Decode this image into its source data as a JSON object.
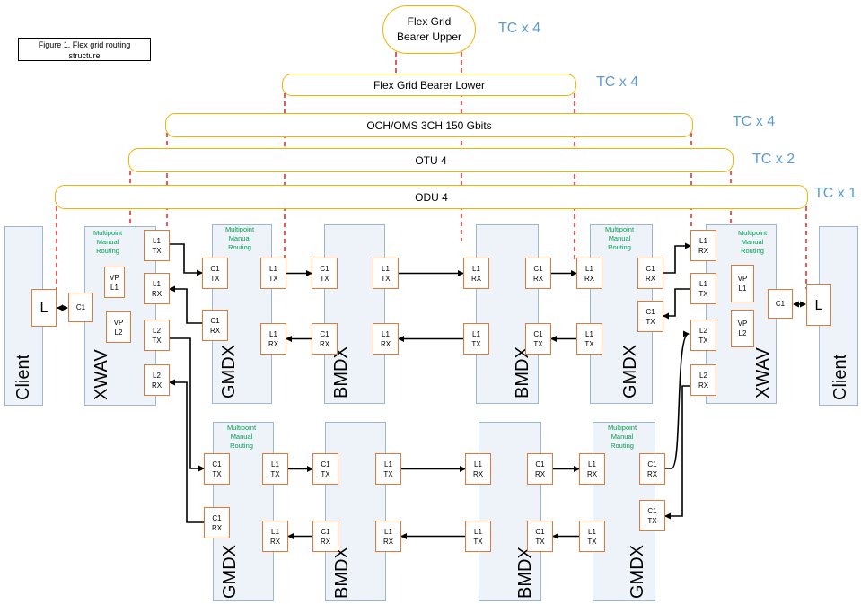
{
  "caption": [
    "Figure 1. Flex grid routing",
    "structure"
  ],
  "layers": {
    "flex_grid_bearer_upper": [
      "Flex Grid",
      "Bearer Upper"
    ],
    "flex_grid_bearer_lower": "Flex Grid Bearer Lower",
    "och_oms": "OCH/OMS 3CH 150 Gbits",
    "otu4": "OTU 4",
    "odu4": "ODU 4"
  },
  "tc_labels": {
    "upper": "TC x 4",
    "lower": "TC x 4",
    "och": "TC x 4",
    "otu": "TC x 2",
    "odu": "TC x 1"
  },
  "nodes": {
    "client_left": "Client",
    "xwav_left": "XWAV",
    "gmdx_top_left": "GMDX",
    "bmdx_top_left": "BMDX",
    "bmdx_top_right": "BMDX",
    "gmdx_top_right": "GMDX",
    "xwav_right": "XWAV",
    "client_right": "Client",
    "gmdx_bottom_left": "GMDX",
    "bmdx_bottom_left": "BMDX",
    "bmdx_bottom_right": "BMDX",
    "gmdx_bottom_right": "GMDX"
  },
  "multipoint": [
    "Multipoint",
    "Manual",
    "Routing"
  ],
  "boxes": {
    "l_left": "L",
    "c1_left": "C1",
    "vpl1_left": [
      "VP",
      "L1"
    ],
    "vpl2_left": [
      "VP",
      "L2"
    ],
    "xl_l1tx": [
      "L1",
      "TX"
    ],
    "xl_l1rx": [
      "L1",
      "RX"
    ],
    "xl_l2tx": [
      "L2",
      "TX"
    ],
    "xl_l2rx": [
      "L2",
      "RX"
    ],
    "t_gl_c1tx": [
      "C1",
      "TX"
    ],
    "t_gl_l1tx": [
      "L1",
      "TX"
    ],
    "t_gl_c1rx": [
      "C1",
      "RX"
    ],
    "t_gl_l1rx": [
      "L1",
      "RX"
    ],
    "t_bl_c1tx": [
      "C1",
      "TX"
    ],
    "t_bl_l1tx": [
      "L1",
      "TX"
    ],
    "t_bl_c1rx": [
      "C1",
      "RX"
    ],
    "t_bl_l1rx": [
      "L1",
      "RX"
    ],
    "t_br_l1rx": [
      "L1",
      "RX"
    ],
    "t_br_c1rx": [
      "C1",
      "RX"
    ],
    "t_br_l1tx": [
      "L1",
      "TX"
    ],
    "t_br_c1tx": [
      "C1",
      "TX"
    ],
    "t_gr_l1rx": [
      "L1",
      "RX"
    ],
    "t_gr_c1rx": [
      "C1",
      "RX"
    ],
    "t_gr_l1tx": [
      "L1",
      "TX"
    ],
    "t_gr_c1tx": [
      "C1",
      "TX"
    ],
    "xr_l1rx": [
      "L1",
      "RX"
    ],
    "xr_l1tx": [
      "L1",
      "TX"
    ],
    "xr_l2tx": [
      "L2",
      "TX"
    ],
    "xr_l2rx": [
      "L2",
      "RX"
    ],
    "vpl1_right": [
      "VP",
      "L1"
    ],
    "vpl2_right": [
      "VP",
      "L2"
    ],
    "c1_right": "C1",
    "l_right": "L",
    "b_gl_c1tx": [
      "C1",
      "TX"
    ],
    "b_gl_l1tx": [
      "L1",
      "TX"
    ],
    "b_gl_c1rx": [
      "C1",
      "RX"
    ],
    "b_gl_l1rx": [
      "L1",
      "RX"
    ],
    "b_bl_c1tx": [
      "C1",
      "TX"
    ],
    "b_bl_l1tx": [
      "L1",
      "TX"
    ],
    "b_bl_c1rx": [
      "C1",
      "RX"
    ],
    "b_bl_l1rx": [
      "L1",
      "RX"
    ],
    "b_br_l1rx": [
      "L1",
      "RX"
    ],
    "b_br_c1rx": [
      "C1",
      "RX"
    ],
    "b_br_l1tx": [
      "L1",
      "TX"
    ],
    "b_br_c1tx": [
      "C1",
      "TX"
    ],
    "b_gr_l1rx": [
      "L1",
      "RX"
    ],
    "b_gr_c1rx": [
      "C1",
      "RX"
    ],
    "b_gr_l1tx": [
      "L1",
      "TX"
    ],
    "b_gr_c1tx": [
      "C1",
      "TX"
    ]
  },
  "colors": {
    "layer_border": "#f0b400",
    "tc_text": "#5b9bd5",
    "box_border": "#e07a3a",
    "node_border": "#9db7d5",
    "node_fill": "#eef3f9",
    "dashed_line": "#e00000",
    "multipoint_text": "#00a050"
  }
}
